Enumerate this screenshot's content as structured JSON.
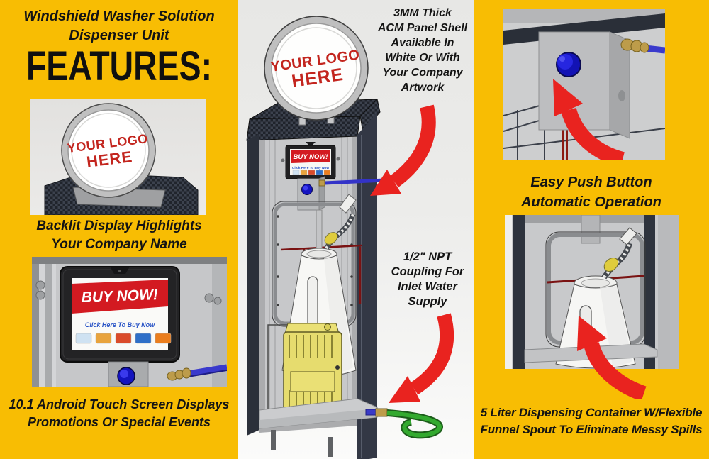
{
  "colors": {
    "background_yellow": "#F8BD03",
    "arrow_red": "#E9231F",
    "banner_red": "#D31A21",
    "logo_text_red": "#C3251E",
    "tank_yellow": "#E6DC6E",
    "hose_green": "#33A92F",
    "water_pipe_blue": "#3333C8",
    "push_button_blue": "#1414C0"
  },
  "sign": {
    "line1": "YOUR LOGO",
    "line2": "HERE"
  },
  "screen": {
    "banner": "BUY NOW!",
    "sub": "Click Here To Buy Now"
  },
  "left": {
    "title1": "Windshield Washer Solution",
    "title2": "Dispenser Unit",
    "features": "FEATURES:",
    "backlit1": "Backlit Display Highlights",
    "backlit2": "Your Company Name",
    "touch1": "10.1 Android Touch Screen Displays",
    "touch2": "Promotions Or Special Events"
  },
  "center": {
    "note_top": [
      "3MM Thick",
      "ACM Panel Shell",
      "Available In",
      "White Or With",
      "Your Company",
      "Artwork"
    ],
    "note_mid": [
      "1/2\" NPT",
      "Coupling For",
      "Inlet Water",
      "Supply"
    ]
  },
  "right": {
    "push1": "Easy Push Button",
    "push2": "Automatic Operation",
    "cont1": "5 Liter Dispensing Container W/Flexible",
    "cont2": "Funnel Spout To Eliminate Messy Spills"
  }
}
